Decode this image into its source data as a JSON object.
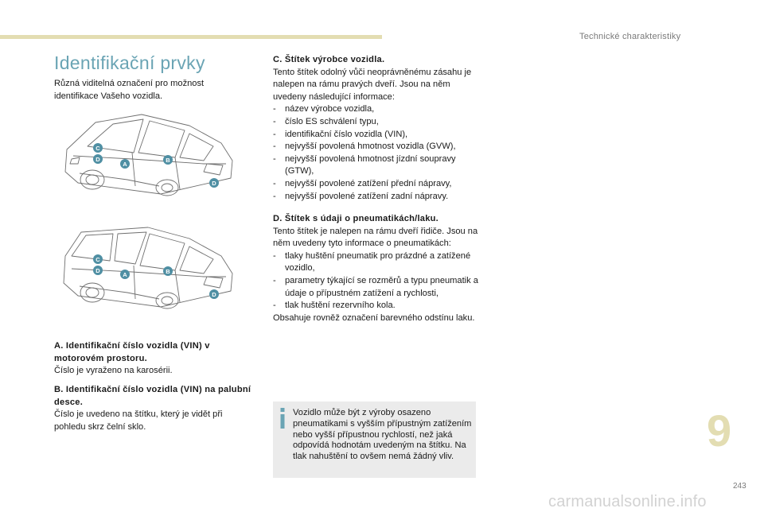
{
  "header": {
    "section": "Technické charakteristiky"
  },
  "title": "Identifikační prvky",
  "intro": "Různá viditelná označení pro možnost identifikace Vašeho vozidla.",
  "diagram": {
    "markers": [
      "C",
      "D",
      "A",
      "B",
      "D"
    ],
    "marker_color": "#4f8fa3"
  },
  "section_a": {
    "heading": "A. Identifikační číslo vozidla (VIN) v motorovém prostoru.",
    "body": "Číslo je vyraženo na karosérii."
  },
  "section_b": {
    "heading": "B. Identifikační číslo vozidla (VIN) na palubní desce.",
    "body": "Číslo je uvedeno na štítku, který je vidět při pohledu skrz čelní sklo."
  },
  "section_c": {
    "heading": "C. Štítek výrobce vozidla.",
    "body": "Tento štítek odolný vůči neoprávněnému zásahu je nalepen na rámu pravých dveří. Jsou na něm uvedeny následující informace:",
    "items": [
      "název výrobce vozidla,",
      "číslo ES schválení typu,",
      "identifikační číslo vozidla (VIN),",
      "nejvyšší povolená hmotnost vozidla (GVW),",
      "nejvyšší povolená hmotnost jízdní soupravy (GTW),",
      "nejvyšší povolené zatížení přední nápravy,",
      "nejvyšší povolené zatížení zadní nápravy."
    ]
  },
  "section_d": {
    "heading": "D. Štítek s údaji o pneumatikách/laku.",
    "body": "Tento štítek je nalepen na rámu dveří řidiče. Jsou na něm uvedeny tyto informace o pneumatikách:",
    "items": [
      "tlaky huštění pneumatik pro prázdné a zatížené vozidlo,",
      "parametry týkající se rozměrů a typu pneumatik a údaje o přípustném zatížení a rychlosti,",
      "tlak huštění rezervního kola."
    ],
    "footer": "Obsahuje rovněž označení barevného odstínu laku."
  },
  "info": {
    "text": "Vozidlo může být z výroby osazeno pneumatikami s vyšším přípustným zatížením nebo vyšší přípustnou rychlostí, než jaká odpovídá hodnotám uvedeným na štítku. Na tlak nahuštění to ovšem nemá žádný vliv.",
    "accent": "#6aa4b4"
  },
  "chapter": "9",
  "page_number": "243",
  "watermark": "carmanualsonline.info"
}
